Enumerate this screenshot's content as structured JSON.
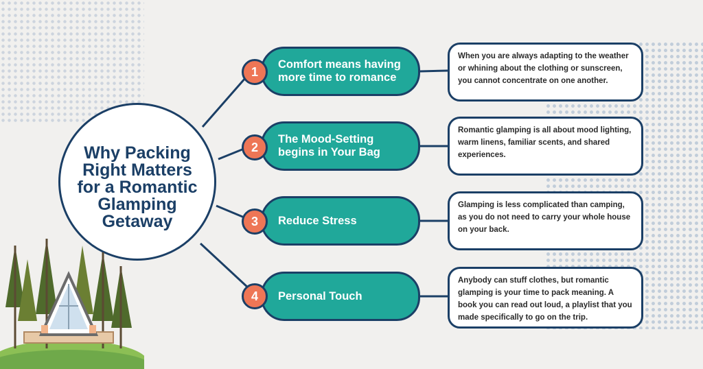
{
  "title": "Why Packing Right Matters for a Romantic Glamping Getaway",
  "colors": {
    "navy": "#1b3f66",
    "teal": "#20a89a",
    "coral": "#ee7656",
    "background": "#f1f0ee"
  },
  "items": [
    {
      "number": "1",
      "heading": "Comfort means having more time to romance",
      "description": "When you are always adapting to the weather or whining about the clothing or sunscreen, you cannot concentrate on one another."
    },
    {
      "number": "2",
      "heading": "The Mood-Setting begins in Your Bag",
      "description": "Romantic glamping is all about mood lighting, warm linens, familiar scents, and shared experiences."
    },
    {
      "number": "3",
      "heading": "Reduce Stress",
      "description": "Glamping is less complicated than camping, as you do not need to carry your whole house on your back."
    },
    {
      "number": "4",
      "heading": "Personal Touch",
      "description": "Anybody can stuff clothes, but romantic glamping is your time to pack meaning. A book you can read out loud, a playlist that you made specifically to go on the trip."
    }
  ],
  "illustration": {
    "icon": "a-frame-cabin-with-pine-trees-icon"
  }
}
